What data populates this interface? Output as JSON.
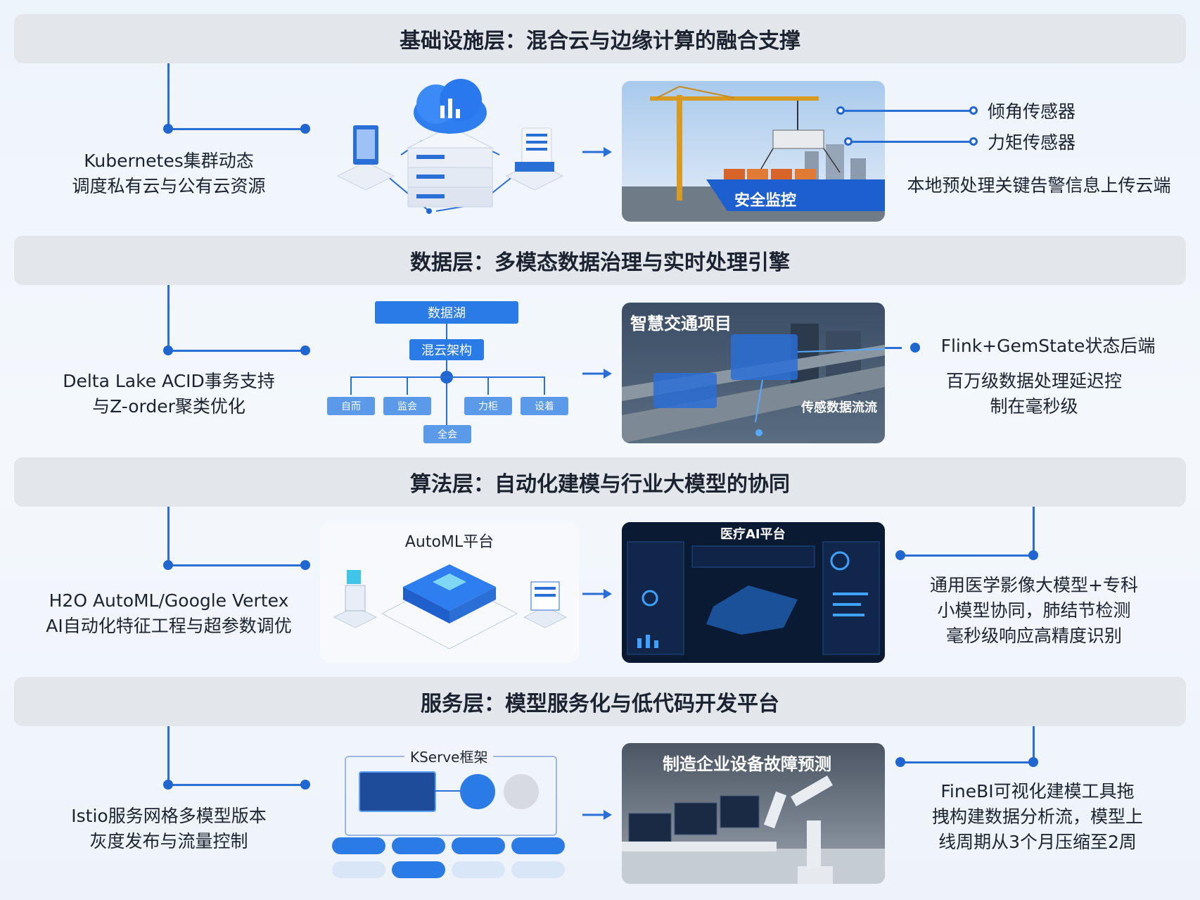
{
  "layers": [
    {
      "title": "基础设施层：混合云与边缘计算的融合支撑",
      "left_line1": "Kubernetes集群动态",
      "left_line2": "调度私有云与公有云资源",
      "sensor1": "倾角传感器",
      "sensor2": "力矩传感器",
      "right_text": "本地预处理关键告警信息上传云端",
      "photo_banner": "安全监控"
    },
    {
      "title": "数据层：多模态数据治理与实时处理引擎",
      "left_line1": "Delta Lake ACID事务支持",
      "left_line2": "与Z-order聚类优化",
      "lake": "数据湖",
      "arch": "混云架构",
      "nodes": [
        "自而",
        "监会",
        "力柜",
        "设着"
      ],
      "bottom_node": "全会",
      "photo_title": "智慧交通项目",
      "photo_caption": "传感数据流流",
      "right_line1": "Flink+GemState状态后端",
      "right_line2": "百万级数据处理延迟控",
      "right_line3": "制在毫秒级"
    },
    {
      "title": "算法层：自动化建模与行业大模型的协同",
      "left_line1": "H2O AutoML/Google Vertex",
      "left_line2": "AI自动化特征工程与超参数调优",
      "platform_label": "AutoML平台",
      "photo_title": "医疗AI平台",
      "right_line1": "通用医学影像大模型+专科",
      "right_line2": "小模型协同，肺结节检测",
      "right_line3": "毫秒级响应高精度识别"
    },
    {
      "title": "服务层：模型服务化与低代码开发平台",
      "left_line1": "Istio服务网格多模型版本",
      "left_line2": "灰度发布与流量控制",
      "framework_label": "KServe框架",
      "photo_title": "制造企业设备故障预测",
      "right_line1": "FineBI可视化建模工具拖",
      "right_line2": "拽构建数据分析流，模型上",
      "right_line3": "线周期从3个月压缩至2周"
    }
  ],
  "colors": {
    "accent": "#2a6fd6",
    "bar": "#e3e6eb",
    "node": "#2a7be6"
  }
}
